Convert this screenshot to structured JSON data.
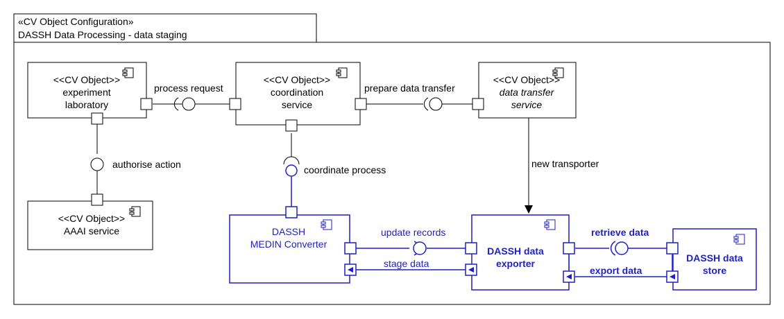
{
  "frame": {
    "stereotype": "«CV Object Configuration»",
    "title": "DASSH Data Processing - data staging"
  },
  "components": {
    "experiment_lab": {
      "stereotype": "<<CV Object>>",
      "line1": "experiment",
      "line2": "laboratory"
    },
    "coordination": {
      "stereotype": "<<CV Object>>",
      "line1": "coordination",
      "line2": "service"
    },
    "data_transfer": {
      "stereotype": "<<CV Object>>",
      "line1": "data transfer",
      "line2": "service"
    },
    "aaai": {
      "stereotype": "<<CV Object>>",
      "line1": "AAAI service"
    },
    "medin": {
      "line1": "DASSH",
      "line2": "MEDIN Converter"
    },
    "exporter": {
      "line1": "DASSH data",
      "line2": "exporter"
    },
    "store": {
      "line1": "DASSH data",
      "line2": "store"
    }
  },
  "interfaces": {
    "process_request": "process request",
    "prepare_data_transfer": "prepare data transfer",
    "authorise_action": "authorise action",
    "coordinate_process": "coordinate process",
    "new_transporter": "new transporter",
    "update_records": "update records",
    "stage_data": "stage data",
    "retrieve_data": "retrieve data",
    "export_data": "export data"
  },
  "colors": {
    "black": "#000000",
    "blue": "#1f1fc4",
    "background": "#ffffff"
  }
}
